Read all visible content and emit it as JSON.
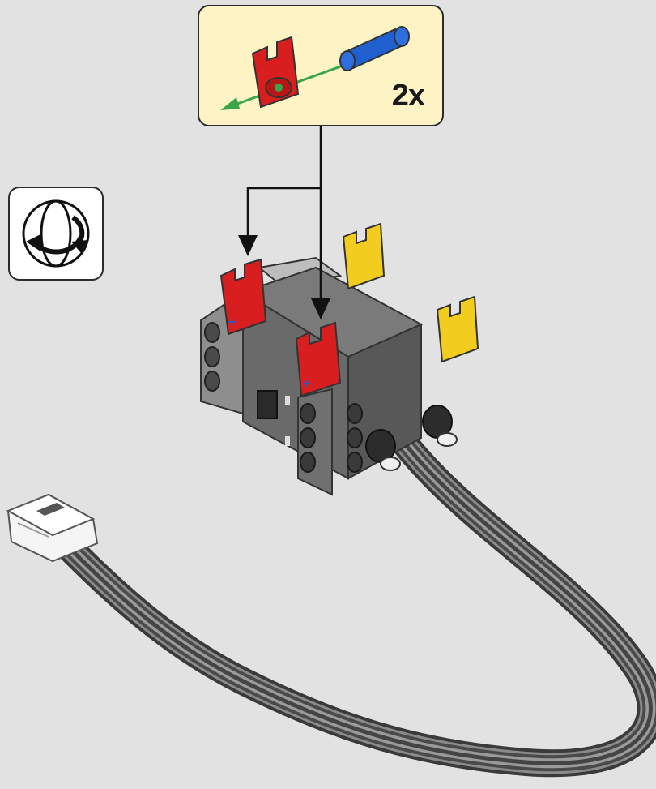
{
  "callout": {
    "quantity_label": "2x",
    "parts": [
      "red-connector-icon",
      "blue-axle-pin-icon"
    ]
  },
  "rotate_icon": "rotate-model-icon",
  "model": {
    "motor": "motor-icon",
    "red_pins": 2,
    "yellow_pins": 2,
    "cable": "cable-icon"
  },
  "colors": {
    "background": "#e2e2e2",
    "callout_bg": "#fdf3c4",
    "red": "#d81e1e",
    "yellow": "#f2cd1f",
    "blue": "#1f5fcf",
    "green_arrow": "#3aa64a",
    "motor_gray": "#6e6e6e"
  }
}
